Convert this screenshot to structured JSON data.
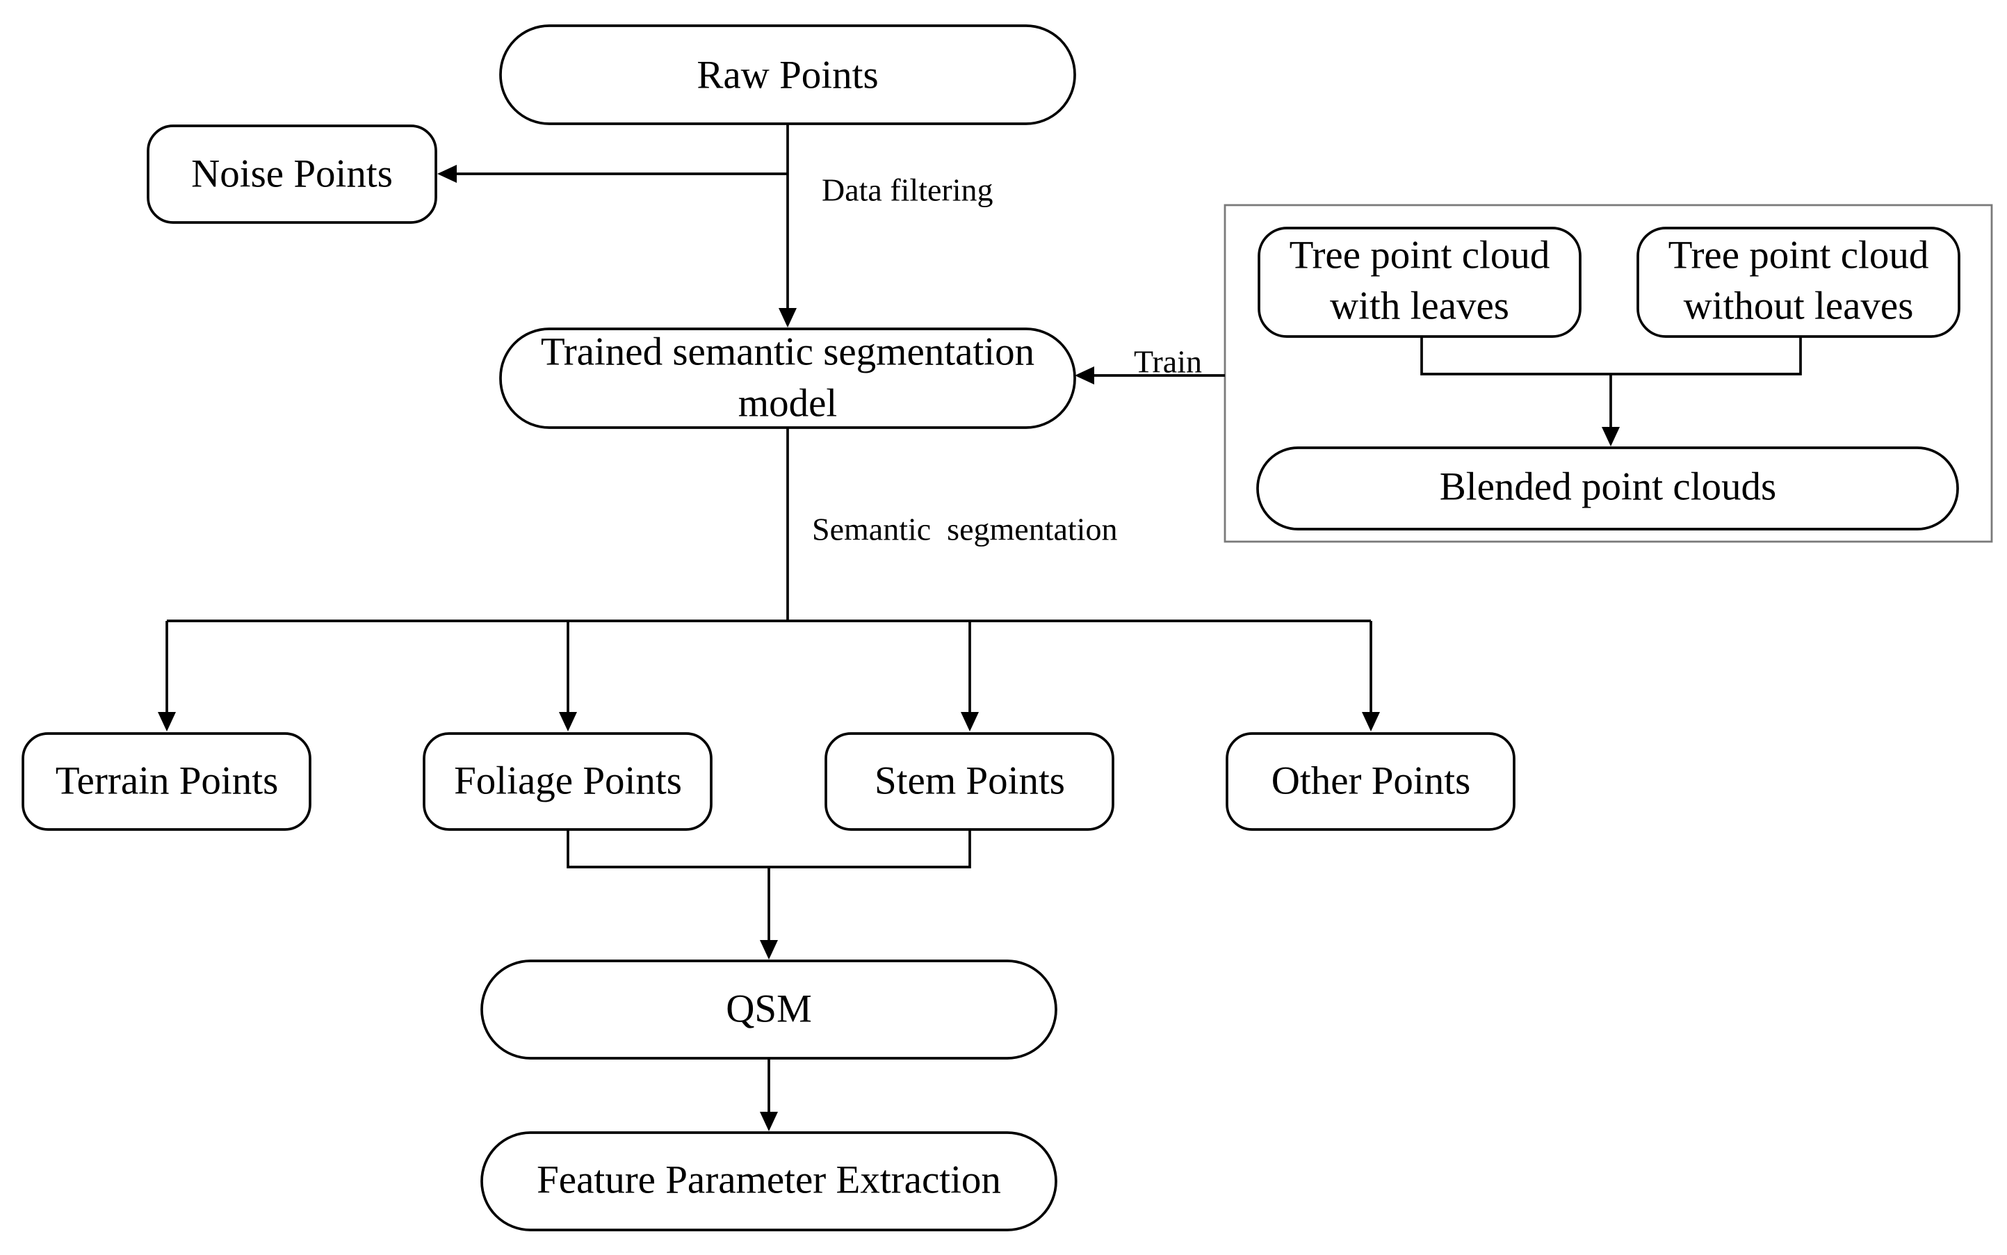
{
  "nodes": {
    "raw_points": "Raw Points",
    "noise_points": "Noise Points",
    "trained_model_line1": "Trained semantic segmentation",
    "trained_model_line2": "model",
    "tree_with_leaves_line1": "Tree point cloud",
    "tree_with_leaves_line2": "with leaves",
    "tree_without_leaves_line1": "Tree point cloud",
    "tree_without_leaves_line2": "without leaves",
    "blended_point_clouds": "Blended point clouds",
    "terrain_points": "Terrain Points",
    "foliage_points": "Foliage Points",
    "stem_points": "Stem Points",
    "other_points": "Other Points",
    "qsm": "QSM",
    "feature_parameter_extraction": "Feature Parameter Extraction"
  },
  "edge_labels": {
    "data_filtering": "Data filtering",
    "train": "Train",
    "semantic_segmentation": "Semantic  segmentation"
  },
  "colors": {
    "stroke": "#000000",
    "frame": "#7a7a7a",
    "background": "#ffffff"
  }
}
